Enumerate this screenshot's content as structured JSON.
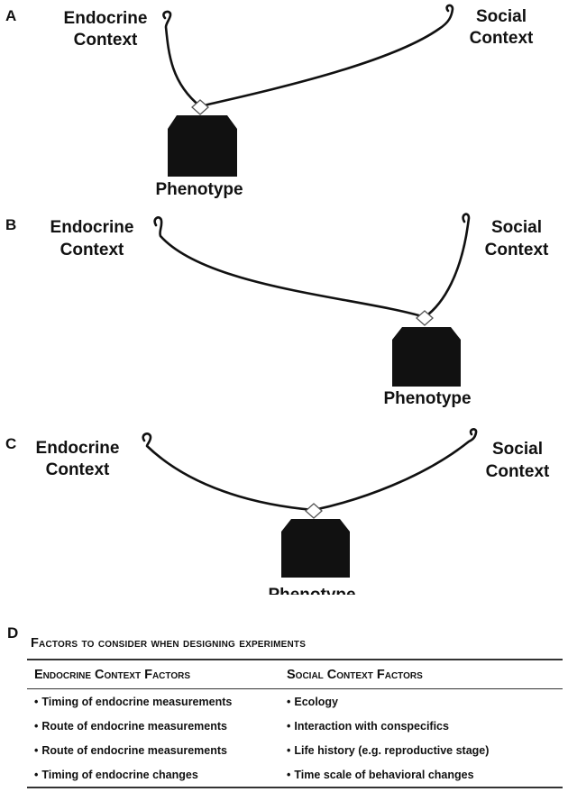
{
  "panels": [
    {
      "letter": "A",
      "left_label_line1": "Endocrine",
      "left_label_line2": "Context",
      "right_label_line1": "Social",
      "right_label_line2": "Context",
      "phenotype_label": "Phenotype"
    },
    {
      "letter": "B",
      "left_label_line1": "Endocrine",
      "left_label_line2": "Context",
      "right_label_line1": "Social",
      "right_label_line2": "Context",
      "phenotype_label": "Phenotype"
    },
    {
      "letter": "C",
      "left_label_line1": "Endocrine",
      "left_label_line2": "Context",
      "right_label_line1": "Social",
      "right_label_line2": "Context",
      "phenotype_label": "Phenotype"
    }
  ],
  "panel_d": {
    "letter": "D",
    "title": "Factors to consider when designing experiments",
    "headers": [
      "Endocrine Context Factors",
      "Social Context Factors"
    ],
    "bullet": "•",
    "rows": [
      [
        "Timing of endocrine measurements",
        "Ecology"
      ],
      [
        "Route of endocrine measurements",
        "Interaction with conspecifics"
      ],
      [
        "Route of endocrine measurements",
        "Life history (e.g. reproductive stage)"
      ],
      [
        "Timing of endocrine changes",
        "Time scale of behavioral changes"
      ]
    ]
  }
}
